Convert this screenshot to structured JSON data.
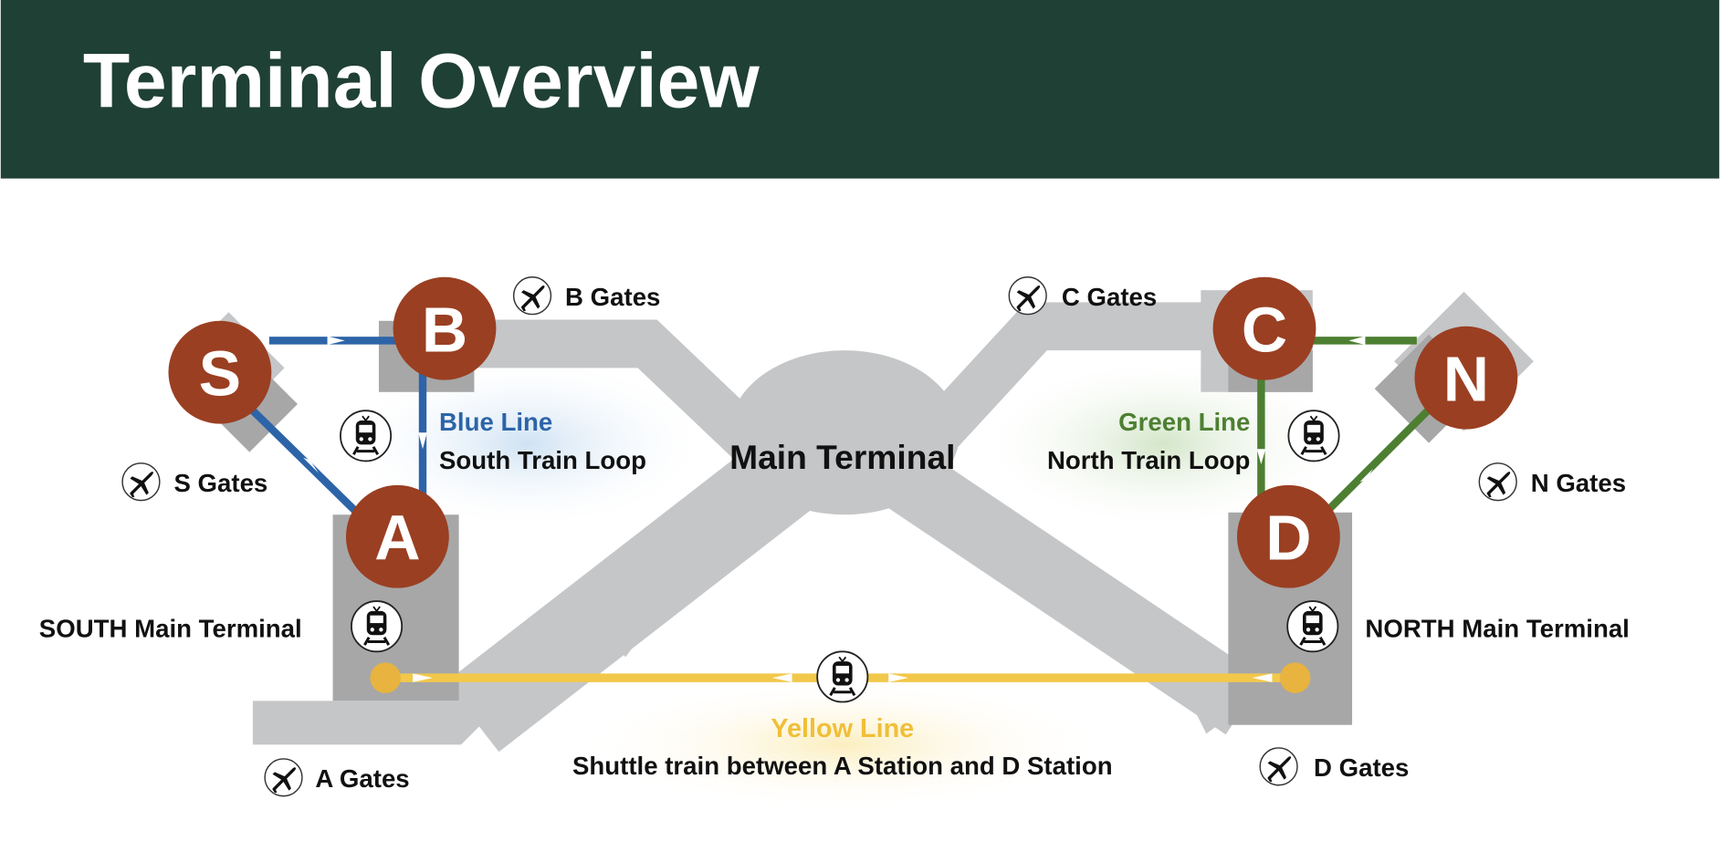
{
  "header": {
    "title": "Terminal Overview"
  },
  "colors": {
    "header_bg": "#1f4034",
    "station": "#9a3f22",
    "blue_line": "#2d64a8",
    "green_line": "#4d7f32",
    "yellow_line": "#f2c84b",
    "terminal_light": "#c5c6c8",
    "terminal_dark": "#a7a7a8"
  },
  "stations": {
    "s": "S",
    "b": "B",
    "a": "A",
    "c": "C",
    "n": "N",
    "d": "D"
  },
  "gates": {
    "b": "B Gates",
    "c": "C Gates",
    "s": "S Gates",
    "n": "N Gates",
    "a": "A Gates",
    "d": "D Gates"
  },
  "lines": {
    "blue": {
      "name": "Blue Line",
      "desc": "South Train Loop"
    },
    "green": {
      "name": "Green Line",
      "desc": "North Train Loop"
    },
    "yellow": {
      "name": "Yellow Line",
      "desc": "Shuttle train between A Station and D Station"
    }
  },
  "terminals": {
    "main": "Main Terminal",
    "south": "SOUTH Main Terminal",
    "north": "NORTH Main Terminal"
  },
  "icons": {
    "plane": "plane-icon",
    "train": "train-icon"
  }
}
